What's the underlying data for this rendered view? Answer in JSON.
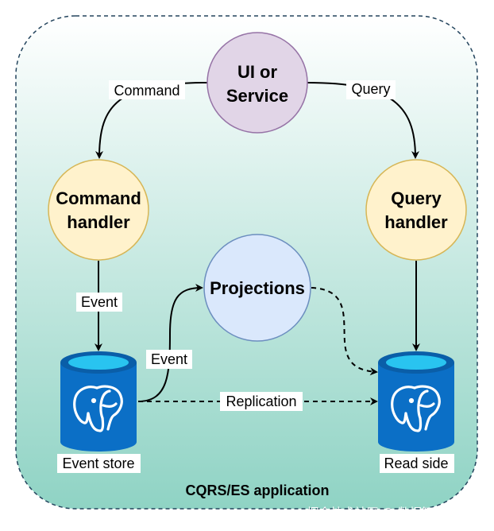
{
  "diagram": {
    "container_label": "CQRS/ES application",
    "nodes": {
      "ui": {
        "line1": "UI or",
        "line2": "Service"
      },
      "command_handler": {
        "line1": "Command",
        "line2": "handler"
      },
      "query_handler": {
        "line1": "Query",
        "line2": "handler"
      },
      "projections": {
        "label": "Projections"
      }
    },
    "databases": {
      "event_store": {
        "label": "Event store",
        "icon": "postgresql-elephant-icon"
      },
      "read_side": {
        "label": "Read side",
        "icon": "postgresql-elephant-icon"
      }
    },
    "edges": {
      "command": "Command",
      "query": "Query",
      "event_down": "Event",
      "event_up": "Event",
      "replication": "Replication"
    },
    "watermark": "掘金技术社区 @ 数据智能老司机",
    "colors": {
      "ui_fill": "#e1d5e7",
      "ui_stroke": "#9673a6",
      "handler_fill": "#fff2cc",
      "handler_stroke": "#d6b656",
      "projection_fill": "#dae8fc",
      "projection_stroke": "#6c8ebf",
      "db_blue": "#0b6fc6",
      "db_top": "#29c4f0"
    }
  }
}
